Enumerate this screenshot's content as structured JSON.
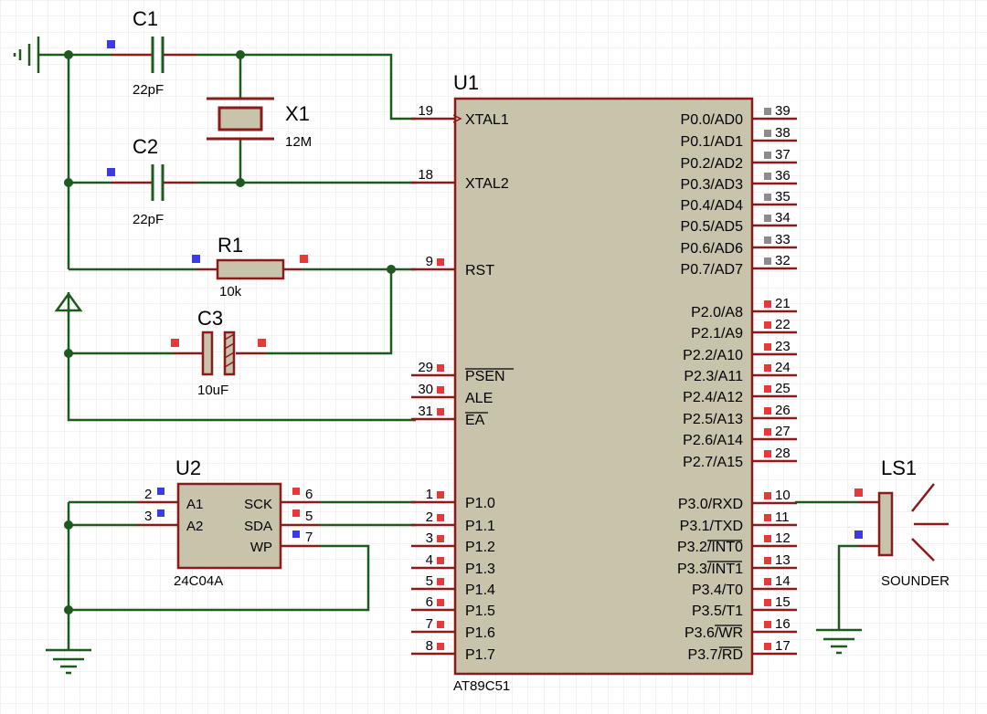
{
  "components": {
    "c1": {
      "ref": "C1",
      "value": "22pF"
    },
    "c2": {
      "ref": "C2",
      "value": "22pF"
    },
    "x1": {
      "ref": "X1",
      "value": "12M"
    },
    "r1": {
      "ref": "R1",
      "value": "10k"
    },
    "c3": {
      "ref": "C3",
      "value": "10uF"
    },
    "u1": {
      "ref": "U1",
      "part": "AT89C51"
    },
    "u2": {
      "ref": "U2",
      "part": "24C04A"
    },
    "ls1": {
      "ref": "LS1",
      "part": "SOUNDER"
    }
  },
  "u1_left_pins": [
    {
      "num": "19",
      "name": "XTAL1"
    },
    {
      "num": "18",
      "name": "XTAL2"
    },
    {
      "num": "9",
      "name": "RST"
    },
    {
      "num": "29",
      "name": "PSEN"
    },
    {
      "num": "30",
      "name": "ALE"
    },
    {
      "num": "31",
      "name": "EA"
    },
    {
      "num": "1",
      "name": "P1.0"
    },
    {
      "num": "2",
      "name": "P1.1"
    },
    {
      "num": "3",
      "name": "P1.2"
    },
    {
      "num": "4",
      "name": "P1.3"
    },
    {
      "num": "5",
      "name": "P1.4"
    },
    {
      "num": "6",
      "name": "P1.5"
    },
    {
      "num": "7",
      "name": "P1.6"
    },
    {
      "num": "8",
      "name": "P1.7"
    }
  ],
  "u1_right_pins": [
    {
      "num": "39",
      "name": "P0.0/AD0"
    },
    {
      "num": "38",
      "name": "P0.1/AD1"
    },
    {
      "num": "37",
      "name": "P0.2/AD2"
    },
    {
      "num": "36",
      "name": "P0.3/AD3"
    },
    {
      "num": "35",
      "name": "P0.4/AD4"
    },
    {
      "num": "34",
      "name": "P0.5/AD5"
    },
    {
      "num": "33",
      "name": "P0.6/AD6"
    },
    {
      "num": "32",
      "name": "P0.7/AD7"
    },
    {
      "num": "21",
      "name": "P2.0/A8"
    },
    {
      "num": "22",
      "name": "P2.1/A9"
    },
    {
      "num": "23",
      "name": "P2.2/A10"
    },
    {
      "num": "24",
      "name": "P2.3/A11"
    },
    {
      "num": "25",
      "name": "P2.4/A12"
    },
    {
      "num": "26",
      "name": "P2.5/A13"
    },
    {
      "num": "27",
      "name": "P2.6/A14"
    },
    {
      "num": "28",
      "name": "P2.7/A15"
    },
    {
      "num": "10",
      "name": "P3.0/RXD"
    },
    {
      "num": "11",
      "name": "P3.1/TXD"
    },
    {
      "num": "12",
      "name": "P3.2/INT0"
    },
    {
      "num": "13",
      "name": "P3.3/INT1"
    },
    {
      "num": "14",
      "name": "P3.4/T0"
    },
    {
      "num": "15",
      "name": "P3.5/T1"
    },
    {
      "num": "16",
      "name": "P3.6/WR"
    },
    {
      "num": "17",
      "name": "P3.7/RD"
    }
  ],
  "u2_pins": [
    {
      "num": "2",
      "name": "A1"
    },
    {
      "num": "3",
      "name": "A2"
    },
    {
      "num": "6",
      "name": "SCK"
    },
    {
      "num": "5",
      "name": "SDA"
    },
    {
      "num": "7",
      "name": "WP"
    }
  ],
  "colors": {
    "wire": "#1e5a1e",
    "pin": "#8b1a1a",
    "body": "#c8c3ab",
    "grid": "#e4e4e4",
    "marker_red": "#e8393a",
    "marker_blue": "#3a3ae8",
    "marker_gray": "#8c8c8c"
  }
}
